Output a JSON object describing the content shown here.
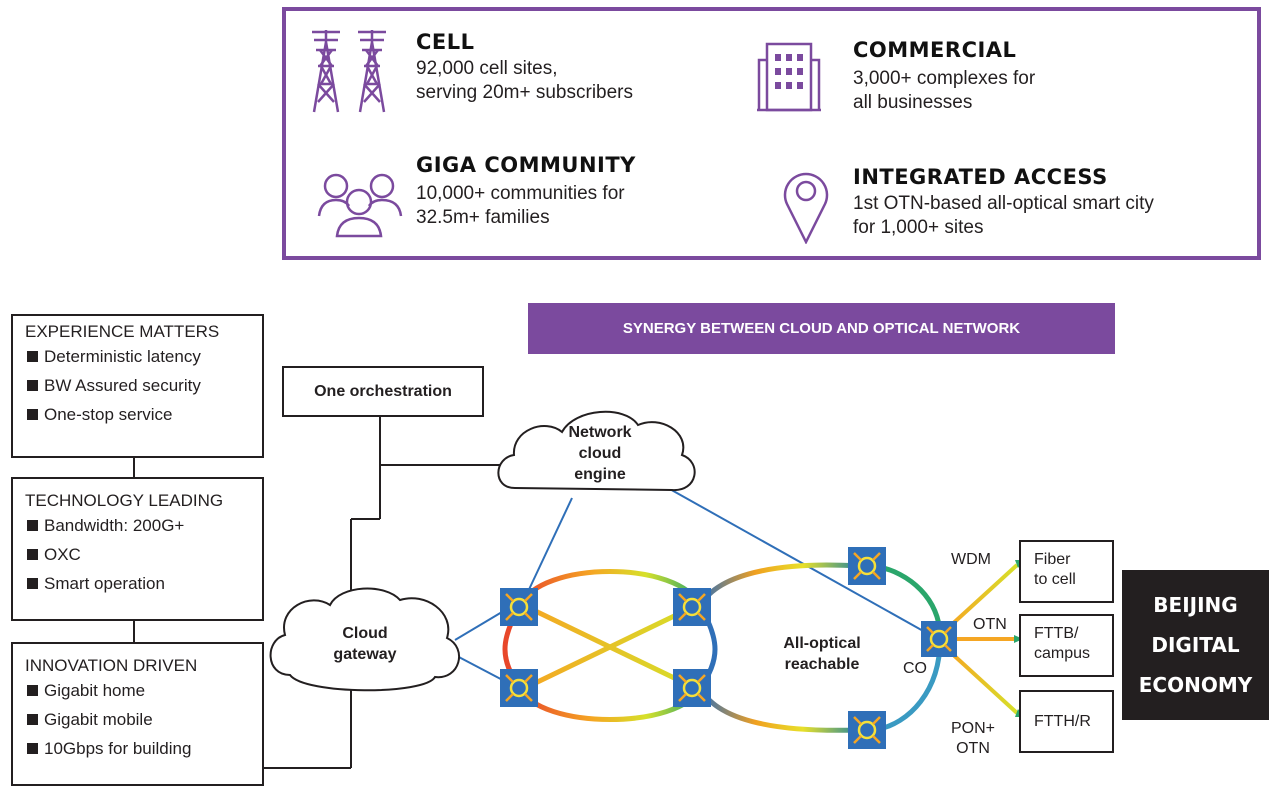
{
  "stats": [
    {
      "title": "CELL",
      "text1": "92,000 cell sites,",
      "text2": "serving 20m+ subscribers",
      "icon": "tower-icon"
    },
    {
      "title": "COMMERCIAL",
      "text1": "3,000+ complexes for",
      "text2": "all businesses",
      "icon": "building-icon"
    },
    {
      "title": "GIGA COMMUNITY",
      "text1": "10,000+ communities for",
      "text2": "32.5m+ families",
      "icon": "people-icon"
    },
    {
      "title": "INTEGRATED ACCESS",
      "text1": "1st OTN-based all-optical smart city",
      "text2": "for 1,000+ sites",
      "icon": "location-pin-icon"
    }
  ],
  "left": [
    {
      "heading": "EXPERIENCE MATTERS",
      "items": [
        "Deterministic latency",
        "BW Assured security",
        "One-stop service"
      ]
    },
    {
      "heading": "TECHNOLOGY LEADING",
      "items": [
        "Bandwidth: 200G+",
        "OXC",
        "Smart operation"
      ]
    },
    {
      "heading": "INNOVATION DRIVEN",
      "items": [
        "Gigabit home",
        "Gigabit mobile",
        "10Gbps for building"
      ]
    }
  ],
  "banner": "SYNERGY BETWEEN CLOUD AND OPTICAL NETWORK",
  "orchestration": "One orchestration",
  "network_cloud": [
    "Network",
    "cloud",
    "engine"
  ],
  "cloud_gateway": [
    "Cloud",
    "gateway"
  ],
  "all_optical": [
    "All-optical",
    "reachable"
  ],
  "co": "CO",
  "links": {
    "wdm": "WDM",
    "otn": "OTN",
    "pon1": "PON+",
    "pon2": "OTN"
  },
  "access": [
    {
      "l1": "Fiber",
      "l2": "to cell"
    },
    {
      "l1": "FTTB/",
      "l2": "campus"
    },
    {
      "l1": "FTTH/R",
      "l2": ""
    }
  ],
  "beijing": [
    "BEIJING",
    "DIGITAL",
    "ECONOMY"
  ],
  "colors": {
    "purple": "#7b4a9e",
    "node": "#2f6fb8",
    "line": "#2f6fb8",
    "dark": "#231f20"
  }
}
